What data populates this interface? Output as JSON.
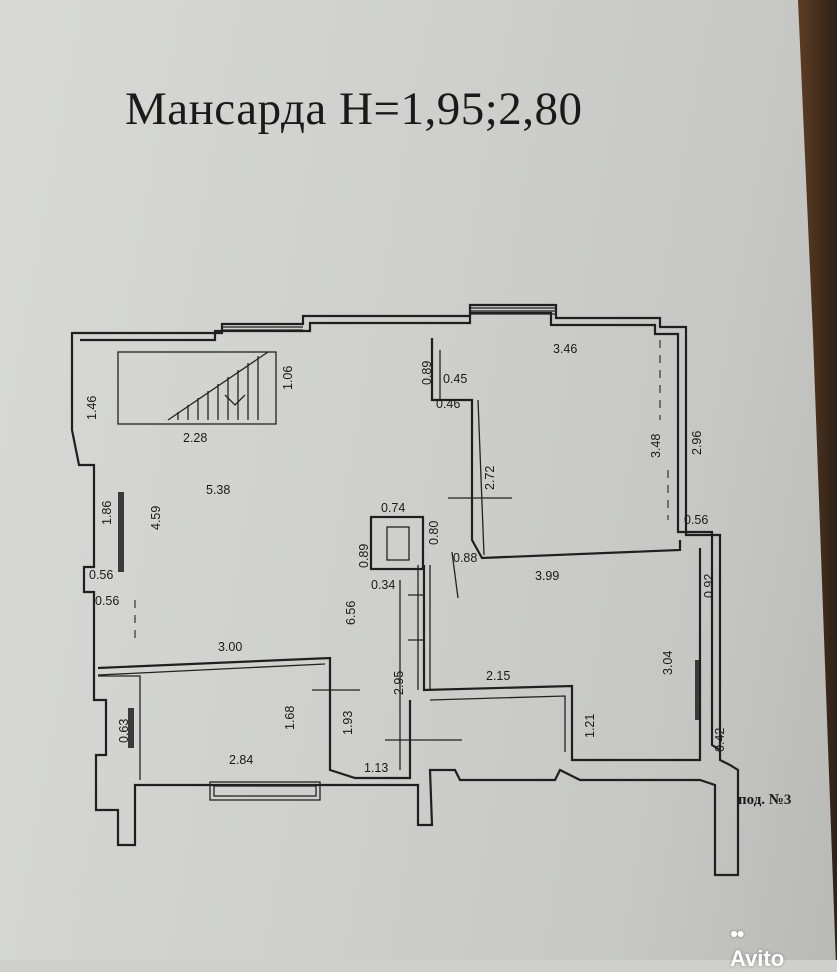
{
  "title": "Мансарда H=1,95;2,80",
  "entrance_label": "под. №3",
  "watermark": "Avito",
  "dimensions": {
    "stair_height": "1.06",
    "stair_width": "2.28",
    "left_wall_top": "1.46",
    "left_room_height": "4.59",
    "living_width": "5.38",
    "window_left": "1.86",
    "step_left_a": "0.56",
    "step_left_b": "0.56",
    "column_top": "0.89",
    "column_step_a": "0.45",
    "column_step_b": "0.46",
    "corridor": "2.72",
    "right_room_width": "3.46",
    "right_room_height": "3.48",
    "right_room_height2": "2.96",
    "right_step": "0.56",
    "chimney_width": "0.74",
    "chimney_h1": "0.89",
    "chimney_h2": "0.80",
    "chimney_gap": "0.88",
    "chimney_bottom": "0.34",
    "lower_right_width": "3.99",
    "lower_right_step": "0.92",
    "lower_right_height": "3.04",
    "hall_height": "6.56",
    "hall_length": "2.95",
    "bath_width": "2.15",
    "bath_height": "1.21",
    "bedroom_top": "3.00",
    "bedroom_height": "1.68",
    "bedroom_side": "1.93",
    "bedroom_bottom": "2.84",
    "lower_left_step": "0.63",
    "bottom_step": "1.13",
    "lower_right_corner": "0.42"
  }
}
